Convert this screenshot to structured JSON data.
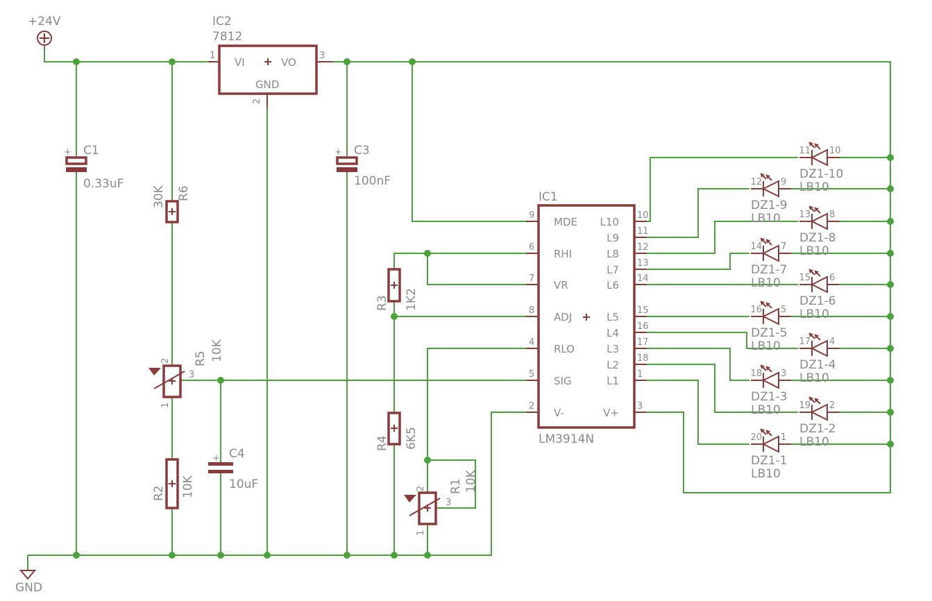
{
  "power": {
    "supply_label": "+24V",
    "ground_label": "GND"
  },
  "regulator": {
    "ref": "IC2",
    "value": "7812",
    "pin_vi": "VI",
    "pin_vo": "VO",
    "pin_gnd": "GND",
    "pin1": "1",
    "pin2": "2",
    "pin3": "3"
  },
  "capacitors": [
    {
      "ref": "C1",
      "value": "0.33uF"
    },
    {
      "ref": "C3",
      "value": "100nF"
    },
    {
      "ref": "C4",
      "value": "10uF"
    }
  ],
  "resistors": [
    {
      "ref": "R6",
      "value": "30K"
    },
    {
      "ref": "R2",
      "value": "10K"
    },
    {
      "ref": "R3",
      "value": "1K2"
    },
    {
      "ref": "R4",
      "value": "6K5"
    }
  ],
  "potentiometers": [
    {
      "ref": "R5",
      "value": "10K",
      "pin1": "1",
      "pin2": "2",
      "pin3": "3"
    },
    {
      "ref": "R1",
      "value": "10K",
      "pin1": "1",
      "pin2": "2",
      "pin3": "3"
    }
  ],
  "driver": {
    "ref": "IC1",
    "value": "LM3914N",
    "left_pins": [
      {
        "name": "MDE",
        "num": "9"
      },
      {
        "name": "RHI",
        "num": "6"
      },
      {
        "name": "VR",
        "num": "7"
      },
      {
        "name": "ADJ",
        "num": "8"
      },
      {
        "name": "RLO",
        "num": "4"
      },
      {
        "name": "SIG",
        "num": "5"
      },
      {
        "name": "V-",
        "num": "2"
      }
    ],
    "right_pins": [
      {
        "name": "L10",
        "num": "10"
      },
      {
        "name": "L9",
        "num": "11"
      },
      {
        "name": "L8",
        "num": "12"
      },
      {
        "name": "L7",
        "num": "13"
      },
      {
        "name": "L6",
        "num": "14"
      },
      {
        "name": "L5",
        "num": "15"
      },
      {
        "name": "L4",
        "num": "16"
      },
      {
        "name": "L3",
        "num": "17"
      },
      {
        "name": "L2",
        "num": "18"
      },
      {
        "name": "L1",
        "num": "1"
      },
      {
        "name": "V+",
        "num": "3"
      }
    ]
  },
  "leds": [
    {
      "ref": "DZ1-10",
      "value": "LB10",
      "anode_pin": "10",
      "cathode_pin": "11"
    },
    {
      "ref": "DZ1-9",
      "value": "LB10",
      "anode_pin": "9",
      "cathode_pin": "12"
    },
    {
      "ref": "DZ1-8",
      "value": "LB10",
      "anode_pin": "8",
      "cathode_pin": "13"
    },
    {
      "ref": "DZ1-7",
      "value": "LB10",
      "anode_pin": "7",
      "cathode_pin": "14"
    },
    {
      "ref": "DZ1-6",
      "value": "LB10",
      "anode_pin": "6",
      "cathode_pin": "15"
    },
    {
      "ref": "DZ1-5",
      "value": "LB10",
      "anode_pin": "5",
      "cathode_pin": "16"
    },
    {
      "ref": "DZ1-4",
      "value": "LB10",
      "anode_pin": "4",
      "cathode_pin": "17"
    },
    {
      "ref": "DZ1-3",
      "value": "LB10",
      "anode_pin": "3",
      "cathode_pin": "18"
    },
    {
      "ref": "DZ1-2",
      "value": "LB10",
      "anode_pin": "2",
      "cathode_pin": "19"
    },
    {
      "ref": "DZ1-1",
      "value": "LB10",
      "anode_pin": "1",
      "cathode_pin": "20"
    }
  ],
  "colors": {
    "wire": "#4aa33a",
    "part": "#8b3a3a",
    "text": "#8a8a8a",
    "background": "#ffffff"
  }
}
